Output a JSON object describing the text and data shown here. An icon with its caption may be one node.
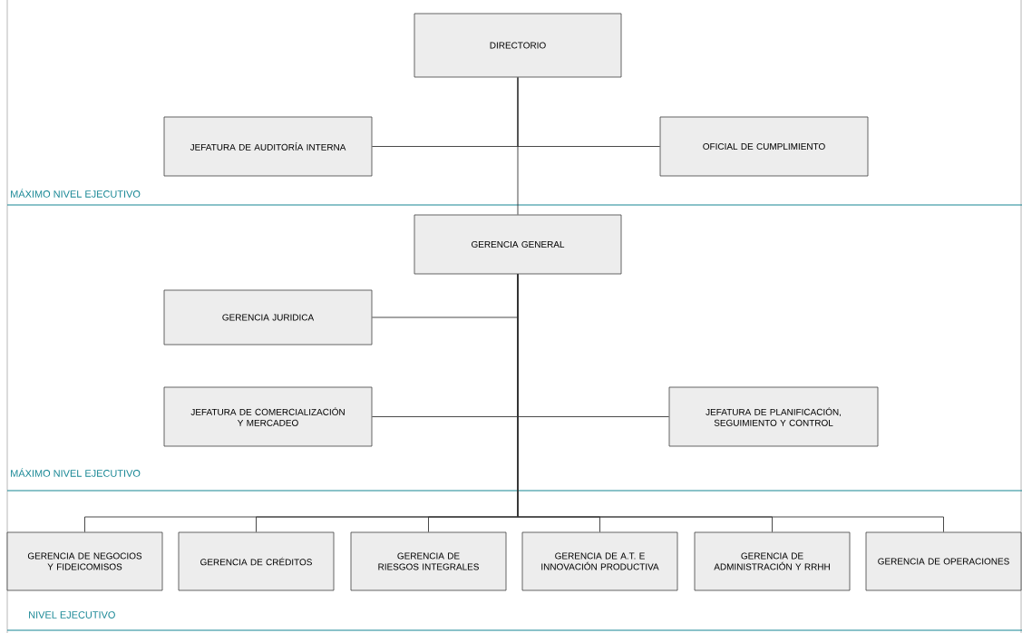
{
  "diagram": {
    "nodes": [
      {
        "text": [
          "DIRECTORIO"
        ]
      },
      {
        "text": [
          "JEFATURA DE AUDITORÍA INTERNA"
        ]
      },
      {
        "text": [
          "OFICIAL DE CUMPLIMIENTO"
        ]
      },
      {
        "text": [
          "GERENCIA GENERAL"
        ]
      },
      {
        "text": [
          "GERENCIA JURIDICA"
        ]
      },
      {
        "text": [
          "JEFATURA DE COMERCIALIZACIÓN Y MERCADEO"
        ]
      },
      {
        "text": [
          "JEFATURA DE PLANIFICACIÓN, SEGUIMIENTO Y CONTROL"
        ]
      },
      {
        "text": [
          "GERENCIA DE NEGOCIOS Y FIDEICOMISOS"
        ]
      },
      {
        "text": [
          "GERENCIA DE CRÉDITOS"
        ]
      },
      {
        "text": [
          "GERENCIA DE RIESGOS INTEGRALES"
        ]
      },
      {
        "text": [
          "GERENCIA DE A.T. E INNOVACIÓN PRODUCTIVA"
        ]
      },
      {
        "text": [
          "GERENCIA DE ADMINISTRACIÓN Y RRHH"
        ]
      },
      {
        "text": [
          "GERENCIA DE OPERACIONES"
        ]
      }
    ],
    "edges": [
      {
        "from": 0,
        "to": 1,
        "arrow": "none"
      },
      {
        "from": 0,
        "to": 2,
        "arrow": "none"
      },
      {
        "from": 0,
        "to": 3,
        "arrow": "none"
      },
      {
        "from": 3,
        "to": 4,
        "arrow": "none"
      },
      {
        "from": 3,
        "to": 5,
        "arrow": "none"
      },
      {
        "from": 3,
        "to": 6,
        "arrow": "none"
      },
      {
        "from": 3,
        "to": 7,
        "arrow": "none"
      },
      {
        "from": 3,
        "to": 8,
        "arrow": "none"
      },
      {
        "from": 3,
        "to": 9,
        "arrow": "none"
      },
      {
        "from": 3,
        "to": 10,
        "arrow": "none"
      },
      {
        "from": 3,
        "to": 11,
        "arrow": "none"
      },
      {
        "from": 3,
        "to": 12,
        "arrow": "none"
      }
    ],
    "labels": [
      "MÁXIMO NIVEL EJECUTIVO",
      "MÁXIMO NIVEL EJECUTIVO",
      "NIVEL EJECUTIVO"
    ]
  }
}
